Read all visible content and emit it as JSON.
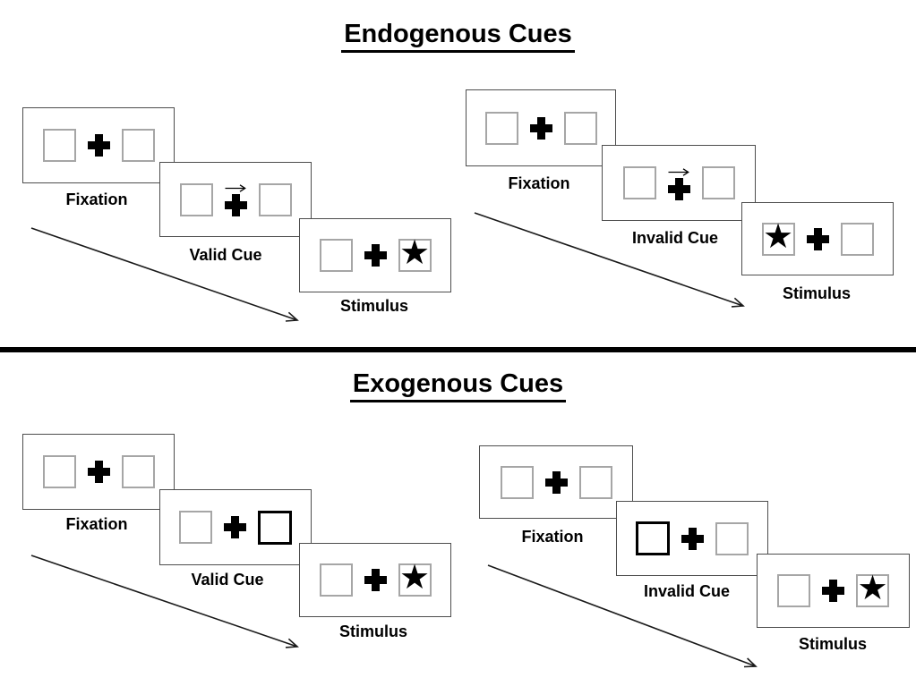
{
  "glyphs": {
    "star": "★",
    "fixation_cross": "+",
    "cue_arrow": "→"
  },
  "colors": {
    "background": "#ffffff",
    "panel_border": "#4d4d4d",
    "box_border": "#a6a6a6",
    "ink": "#000000"
  },
  "sections": [
    {
      "title": "Endogenous Cues",
      "sequences": [
        {
          "name": "valid-trial",
          "cue_type": "central arrow pointing right above fixation cross",
          "target_location": "right box",
          "steps": [
            {
              "label": "Fixation"
            },
            {
              "label": "Valid Cue"
            },
            {
              "label": "Stimulus"
            }
          ]
        },
        {
          "name": "invalid-trial",
          "cue_type": "central arrow pointing right above fixation cross",
          "target_location": "left box",
          "steps": [
            {
              "label": "Fixation"
            },
            {
              "label": "Invalid Cue"
            },
            {
              "label": "Stimulus"
            }
          ]
        }
      ]
    },
    {
      "title": "Exogenous Cues",
      "sequences": [
        {
          "name": "valid-trial",
          "cue_type": "right box highlighted with bold outline",
          "target_location": "right box",
          "steps": [
            {
              "label": "Fixation"
            },
            {
              "label": "Valid Cue"
            },
            {
              "label": "Stimulus"
            }
          ]
        },
        {
          "name": "invalid-trial",
          "cue_type": "left box highlighted with bold outline",
          "target_location": "right box",
          "steps": [
            {
              "label": "Fixation"
            },
            {
              "label": "Invalid Cue"
            },
            {
              "label": "Stimulus"
            }
          ]
        }
      ]
    }
  ]
}
